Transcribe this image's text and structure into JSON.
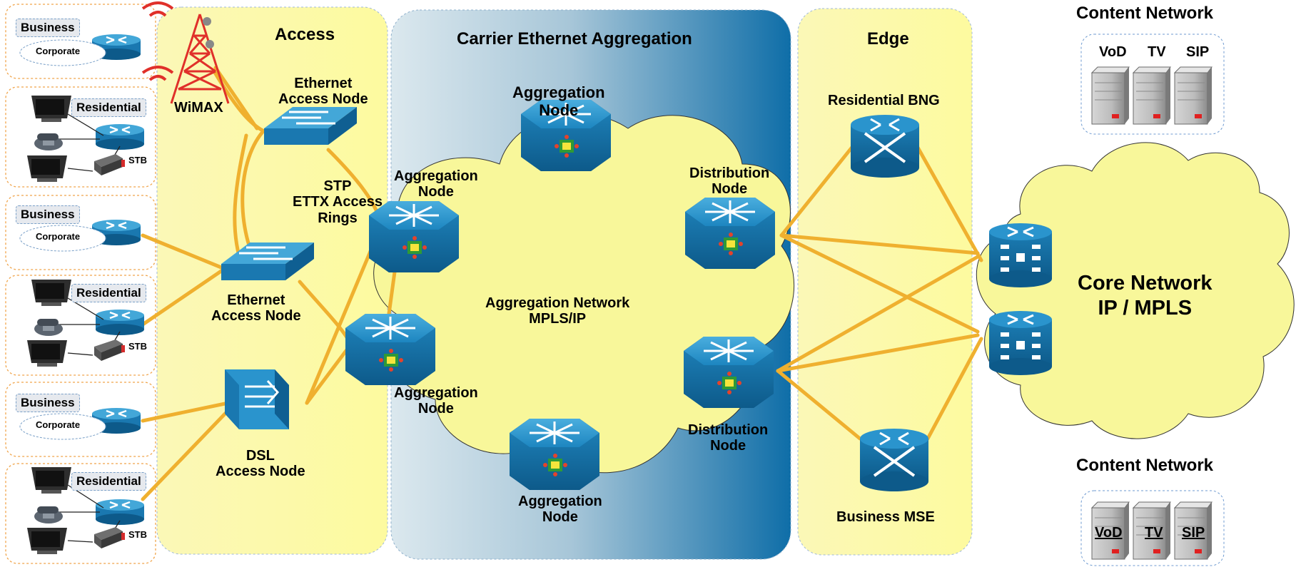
{
  "sections": {
    "access": "Access",
    "carrier": "Carrier Ethernet Aggregation",
    "edge": "Edge",
    "content_top": "Content Network",
    "content_bottom": "Content Network"
  },
  "content_servers_top": [
    "VoD",
    "TV",
    "SIP"
  ],
  "content_servers_bottom": [
    "VoD",
    "TV",
    "SIP"
  ],
  "customers": [
    {
      "kind": "business",
      "label": "Business",
      "sublabel": "Corporate"
    },
    {
      "kind": "residential",
      "label": "Residential",
      "stb": "STB"
    },
    {
      "kind": "business",
      "label": "Business",
      "sublabel": "Corporate"
    },
    {
      "kind": "residential",
      "label": "Residential",
      "stb": "STB"
    },
    {
      "kind": "business",
      "label": "Business",
      "sublabel": "Corporate"
    },
    {
      "kind": "residential",
      "label": "Residential",
      "stb": "STB"
    }
  ],
  "labels": {
    "wimax": "WiMAX",
    "eth_access_top": [
      "Ethernet",
      "Access Node"
    ],
    "eth_access_mid": [
      "Ethernet",
      "Access Node"
    ],
    "stp": [
      "STP",
      "ETTX Access",
      "Rings"
    ],
    "dsl": [
      "DSL",
      "Access Node"
    ],
    "agg_top": [
      "Aggregation",
      "Node"
    ],
    "agg_left_upper": [
      "Aggregation",
      "Node"
    ],
    "agg_left_lower": [
      "Aggregation",
      "Node"
    ],
    "agg_bottom": [
      "Aggregation",
      "Node"
    ],
    "dist_upper": [
      "Distribution",
      "Node"
    ],
    "dist_lower": [
      "Distribution",
      "Node"
    ],
    "agg_network": [
      "Aggregation Network",
      "MPLS/IP"
    ],
    "residential_bng": "Residential BNG",
    "business_mse": "Business MSE",
    "core": [
      "Core Network",
      "IP / MPLS"
    ]
  },
  "colors": {
    "panel_yellow": "#fdfaa6",
    "link_orange": "#efb02f",
    "device_blue": "#1b7fb5",
    "carrier_dark": "#1470a8",
    "cloud_yellow": "#f8f79a"
  }
}
